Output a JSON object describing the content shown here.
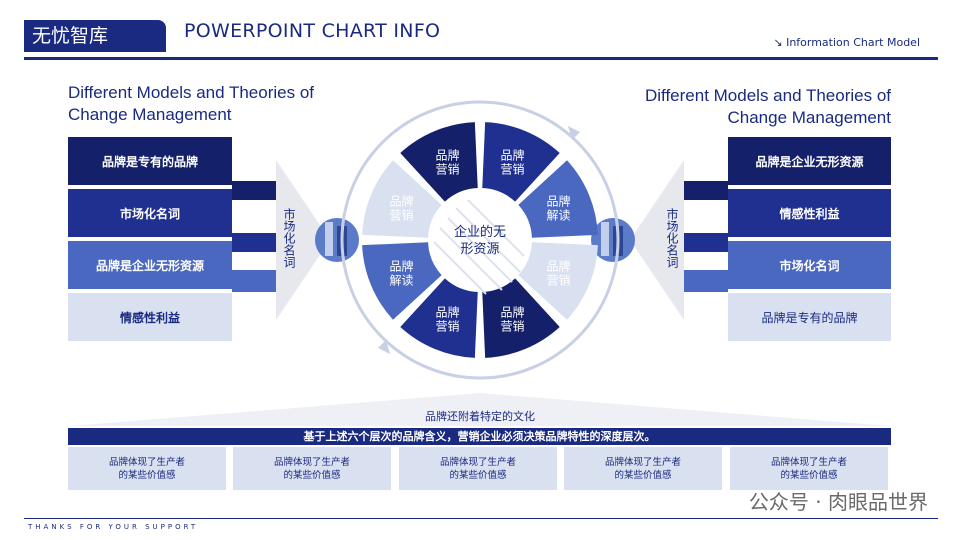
{
  "header": {
    "brand": "无忧智库",
    "title": "POWERPOINT CHART INFO",
    "subtitle": "↘ Information Chart Model"
  },
  "left_section": {
    "title_line1": "Different Models and Theories of",
    "title_line2": "Change Management",
    "items": [
      "品牌是专有的品牌",
      "市场化名词",
      "品牌是企业无形资源",
      "情感性利益"
    ],
    "side_label": "市场化名词"
  },
  "right_section": {
    "title_line1": "Different Models and Theories of",
    "title_line2": "Change Management",
    "items": [
      "品牌是企业无形资源",
      "情感性利益",
      "市场化名词",
      "品牌是专有的品牌"
    ],
    "side_label": "市场化名词"
  },
  "center": {
    "core_line1": "企业的无",
    "core_line2": "形资源",
    "segments": [
      {
        "line1": "品牌",
        "line2": "营销"
      },
      {
        "line1": "品牌",
        "line2": "营销"
      },
      {
        "line1": "品牌",
        "line2": "解读"
      },
      {
        "line1": "品牌",
        "line2": "营销"
      },
      {
        "line1": "品牌",
        "line2": "营销"
      },
      {
        "line1": "品牌",
        "line2": "营销"
      },
      {
        "line1": "品牌",
        "line2": "解读"
      },
      {
        "line1": "品牌",
        "line2": "营销"
      }
    ]
  },
  "bottom": {
    "culture": "品牌还附着特定的文化",
    "banner": "基于上述六个层次的品牌含义，营销企业必须决策品牌特性的深度层次。",
    "cards": [
      {
        "line1": "品牌体现了生产者",
        "line2": "的某些价值感"
      },
      {
        "line1": "品牌体现了生产者",
        "line2": "的某些价值感"
      },
      {
        "line1": "品牌体现了生产者",
        "line2": "的某些价值感"
      },
      {
        "line1": "品牌体现了生产者",
        "line2": "的某些价值感"
      },
      {
        "line1": "品牌体现了生产者",
        "line2": "的某些价值感"
      }
    ]
  },
  "footer": {
    "text": "THANKS FOR YOUR SUPPORT",
    "watermark": "公众号 · 肉眼品世界"
  }
}
